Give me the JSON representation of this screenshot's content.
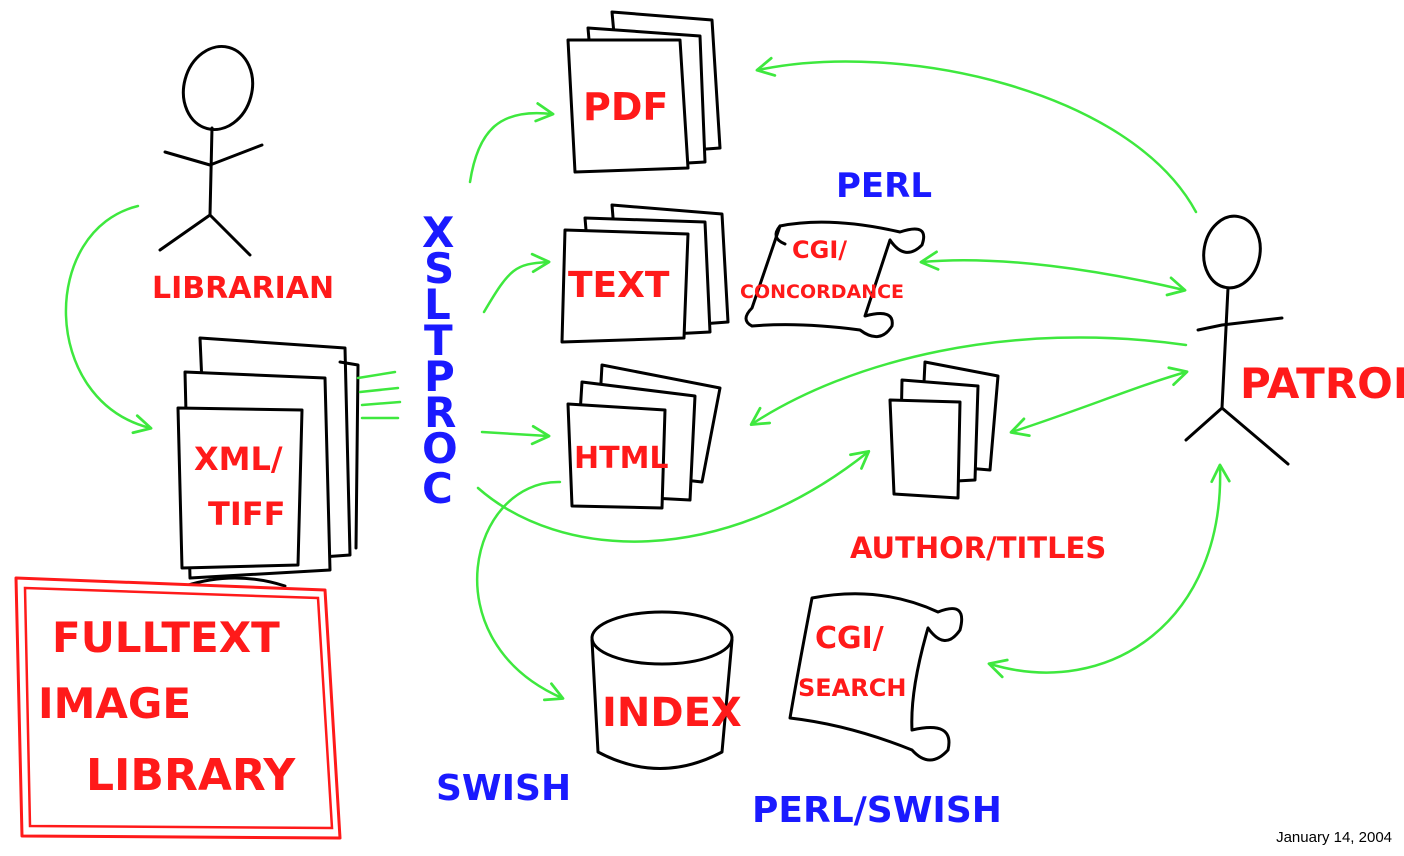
{
  "labels": {
    "librarian": "LIBRARIAN",
    "xml_tiff_line1": "XML/",
    "xml_tiff_line2": "TIFF",
    "fulltext_line1": "FULLTEXT",
    "fulltext_line2": "IMAGE",
    "fulltext_line3": "LIBRARY",
    "xsltproc": [
      "X",
      "S",
      "L",
      "T",
      "P",
      "R",
      "O",
      "C"
    ],
    "pdf": "PDF",
    "text": "TEXT",
    "html": "HTML",
    "perl": "PERL",
    "cgi_concordance_line1": "CGI/",
    "cgi_concordance_line2": "CONCORDANCE",
    "patron": "PATRON",
    "author_titles": "AUTHOR/TITLES",
    "index": "INDEX",
    "cgi_search_line1": "CGI/",
    "cgi_search_line2": "SEARCH",
    "swish": "SWISH",
    "perl_swish": "PERL/SWISH"
  },
  "date": "January 14, 2004",
  "colors": {
    "label_red": "#ff1a1a",
    "label_blue": "#1a1aff",
    "arrow_green": "#3ee83e",
    "ink": "#000000"
  }
}
